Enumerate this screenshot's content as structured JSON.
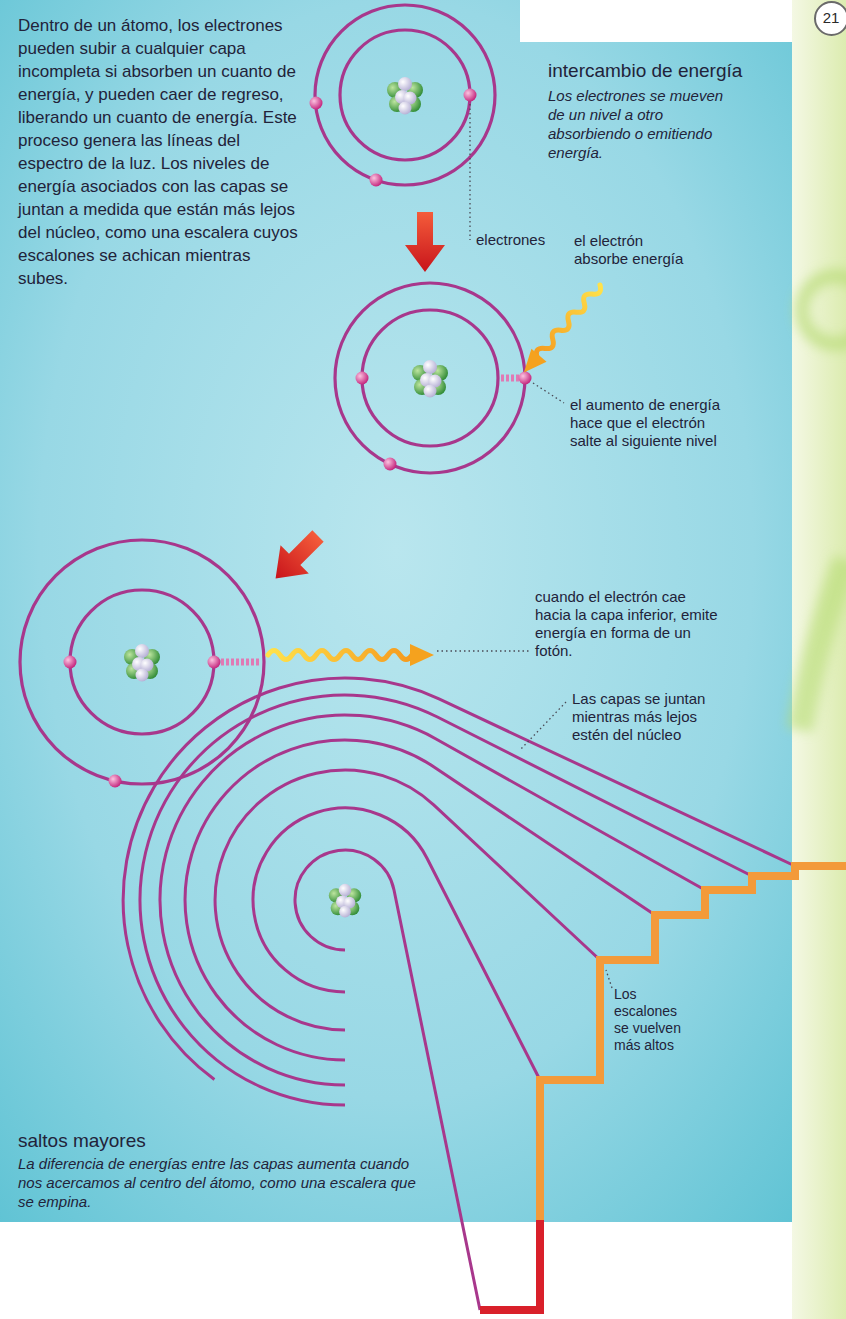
{
  "diagram": {
    "nodes": [
      {
        "text": [
          "21"
        ]
      }
    ],
    "labels": [
      "Dentro de un átomo, los electrones pueden subir a cualquier capa incompleta si absorben un cuanto de energía, y pueden caer de regreso, liberando un cuanto de energía. Este proceso genera las líneas del espectro de la luz. Los niveles de energía asociados con las capas se juntan a medida que están más lejos del núcleo, como una escalera cuyos escalones se achican mientras subes.",
      "intercambio de energía",
      "Los electrones se mueven de un nivel a otro absorbiendo o emitiendo energía.",
      "electrones",
      "el electrón absorbe energía",
      "el aumento de energía hace que el electrón salte al siguiente nivel",
      "cuando el electrón cae hacia la capa inferior, emite energía en forma de un fotón.",
      "Las capas se juntan mientras más lejos estén del núcleo",
      "saltos mayores",
      "La diferencia de energías entre las capas aumenta cuando nos acercamos al centro del átomo, como una escalera que se empina.",
      "Los escalones se vuelven más altos"
    ]
  }
}
